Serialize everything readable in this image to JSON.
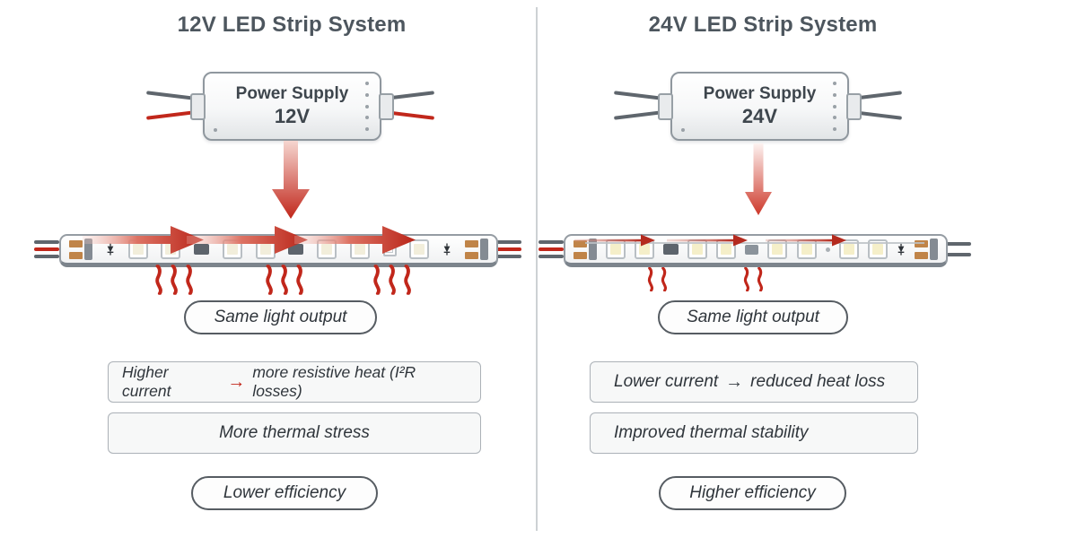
{
  "colors": {
    "accent_red": "#c1271b",
    "title_text": "#4d565e",
    "body_text": "#2f353b",
    "copper_pad": "#c08448",
    "box_border": "#abb1b7",
    "pill_border": "#565c62"
  },
  "icons": {
    "flow_arrow": "→"
  },
  "left": {
    "title": "12V LED Strip System",
    "power_supply": {
      "line1": "Power Supply",
      "line2": "12V"
    },
    "badges": {
      "same_output": "Same light output",
      "efficiency": "Lower efficiency"
    },
    "notes": {
      "current_pre": "Higher current",
      "current_post": "more resistive heat (I²R losses)",
      "thermal": "More thermal stress"
    }
  },
  "right": {
    "title": "24V LED Strip System",
    "power_supply": {
      "line1": "Power Supply",
      "line2": "24V"
    },
    "badges": {
      "same_output": "Same light output",
      "efficiency": "Higher efficiency"
    },
    "notes": {
      "current_pre": "Lower current",
      "current_post": "reduced heat loss",
      "thermal": "Improved thermal stability"
    }
  }
}
